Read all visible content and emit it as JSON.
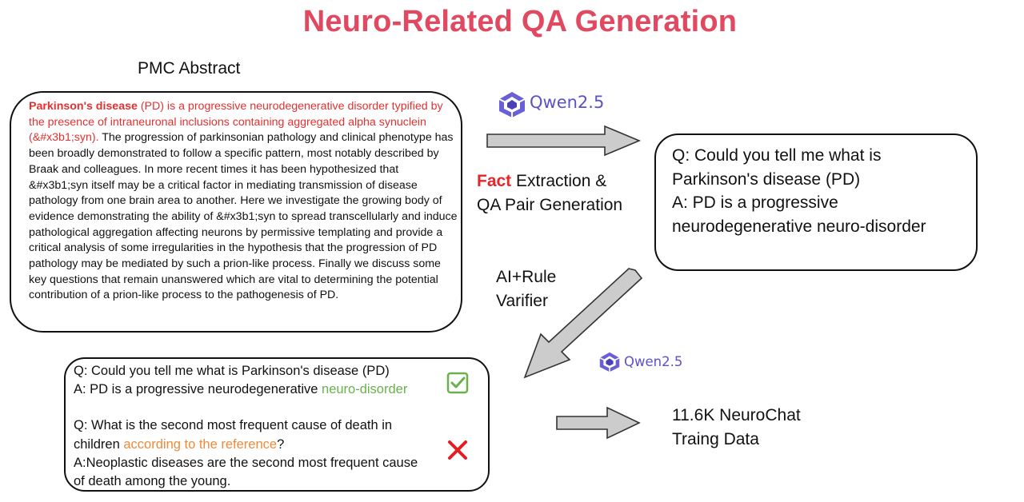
{
  "title": "Neuro-Related QA Generation",
  "abstract": {
    "label": "PMC Abstract",
    "highlight_bold": "Parkinson's disease",
    "highlight_rest": " (PD) is a progressive neurodegenerative disorder typified by the presence of intraneuronal inclusions containing aggregated alpha synuclein (&#x3b1;syn).",
    "body": " The progression of parkinsonian pathology and clinical phenotype has been broadly demonstrated to follow a specific pattern, most notably described by Braak and colleagues. In more recent times it has been hypothesized that &#x3b1;syn itself may be a critical factor in mediating transmission of disease pathology from one brain area to another. Here we investigate the growing body of evidence demonstrating the ability of &#x3b1;syn to spread transcellularly and induce pathological aggregation affecting neurons by permissive templating and provide a critical analysis of some irregularities in the hypothesis that the progression of PD pathology may be mediated by such a prion-like process. Finally we discuss some key questions that remain unanswered which are vital to determining the potential contribution of a prion-like process to the pathogenesis of PD."
  },
  "model_logo_text": "Qwen2.5",
  "step1": {
    "fact_word": "Fact",
    "rest_line1": " Extraction &",
    "line2": "QA Pair Generation"
  },
  "generated_qa": {
    "q_line1": "Q: Could you tell me what is",
    "q_line2": "Parkinson's disease (PD)",
    "a_line1": "A:  PD is a progressive",
    "a_line2": "neurodegenerative neuro-disorder"
  },
  "verifier": {
    "line1": "AI+Rule",
    "line2": "Varifier"
  },
  "verified": {
    "qa1_q": "Q: Could you tell me what is Parkinson's disease (PD)",
    "qa1_a_prefix": "A:  PD is a progressive neurodegenerative ",
    "qa1_a_highlight": "neuro-disorder",
    "qa2_q_line1": "Q: What is the second most frequent cause of death in",
    "qa2_q_prefix": "children ",
    "qa2_q_highlight": "according to the reference",
    "qa2_q_suffix": "?",
    "qa2_a_line1": "A:Neoplastic diseases are the second most frequent cause",
    "qa2_a_line2": "of death among the young.",
    "qa1_status_icon": "check-box-icon",
    "qa2_status_icon": "cross-icon"
  },
  "output": {
    "line1": "11.6K NeuroChat",
    "line2": "Traing Data"
  },
  "colors": {
    "title": "#e0495f",
    "highlight_red": "#e53030",
    "fact_red": "#e5262b",
    "correct_green": "#6ab04c",
    "wrong_red": "#e51c23",
    "reference_orange": "#ee8a3a",
    "qwen_purple": "#5b52c8",
    "arrow_fill": "#cccccc"
  }
}
